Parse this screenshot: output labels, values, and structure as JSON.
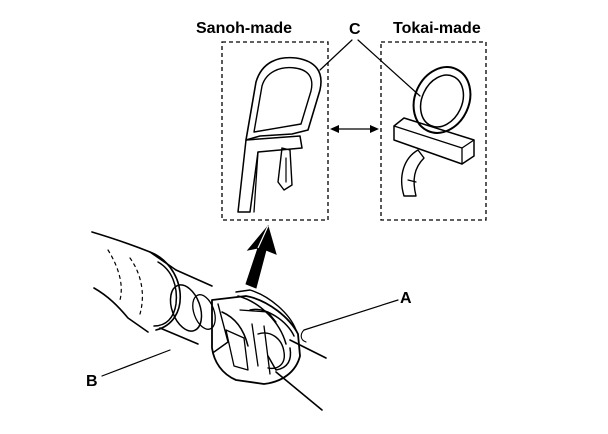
{
  "headers": {
    "left": "Sanoh-made",
    "right": "Tokai-made"
  },
  "callouts": {
    "a": "A",
    "b": "B",
    "c": "C"
  }
}
